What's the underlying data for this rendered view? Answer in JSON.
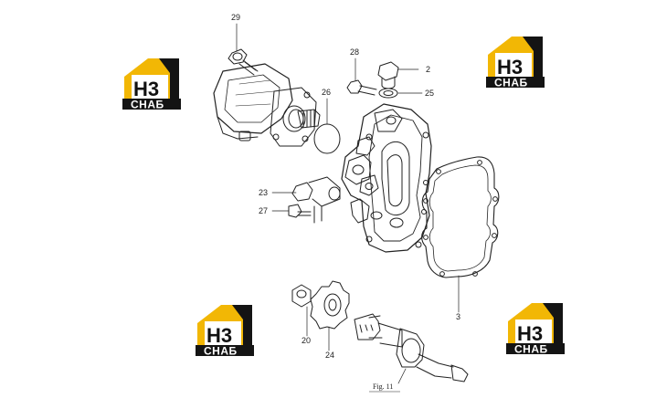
{
  "diagram": {
    "callouts": [
      {
        "id": "29",
        "label": "29"
      },
      {
        "id": "28",
        "label": "28"
      },
      {
        "id": "2",
        "label": "2"
      },
      {
        "id": "25",
        "label": "25"
      },
      {
        "id": "26",
        "label": "26"
      },
      {
        "id": "23",
        "label": "23"
      },
      {
        "id": "27",
        "label": "27"
      },
      {
        "id": "3",
        "label": "3"
      },
      {
        "id": "20",
        "label": "20"
      },
      {
        "id": "24",
        "label": "24"
      }
    ],
    "figure_ref": "Fig. 11"
  },
  "watermark": {
    "mark": "H3",
    "label": "СНАБ",
    "colors": {
      "yellow": "#f2b705",
      "black": "#141414",
      "white": "#ffffff"
    }
  }
}
